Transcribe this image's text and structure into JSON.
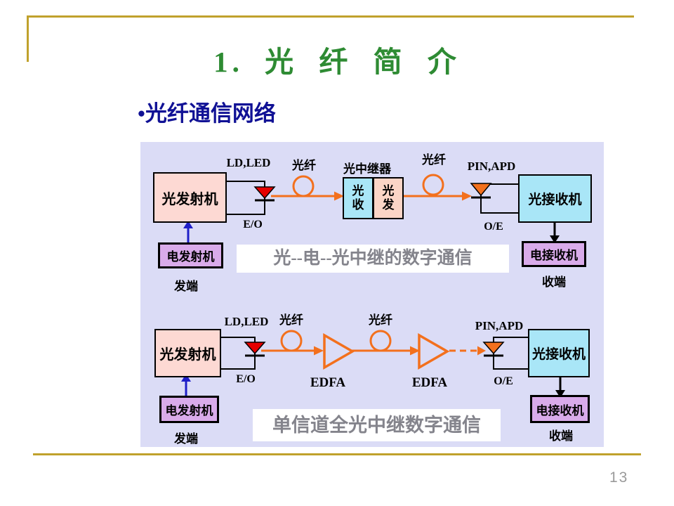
{
  "slide": {
    "title": "1. 光 纤 简 介",
    "bullet": "•光纤通信网络",
    "page_number": "13"
  },
  "colors": {
    "title_green": "#2e8b33",
    "bullet_navy": "#101195",
    "panel_background": "#dbdcf6",
    "transmitter_pink": "#fdd9d3",
    "receiver_cyan": "#a9e6f7",
    "electrical_violet": "#d9abea",
    "repeater_tx_peach": "#fbd5c6",
    "fiber_orange": "#f3701d",
    "diode_red": "#e60000",
    "arrow_blue": "#1f1fc8",
    "caption_gray": "#84848c",
    "frame_gold": "#c0a12c"
  },
  "diagram1": {
    "caption": "光--电--光中继的数字通信",
    "optical_transmitter": "光发射机",
    "electrical_transmitter": "电发射机",
    "optical_receiver": "光接收机",
    "electrical_receiver": "电接收机",
    "repeater_title": "光中继器",
    "repeater_rx": "光\n收",
    "repeater_tx": "光\n发",
    "ld_led": "LD,LED",
    "pin_apd": "PIN,APD",
    "eo": "E/O",
    "oe": "O/E",
    "fiber1": "光纤",
    "fiber2": "光纤",
    "send_end": "发端",
    "receive_end": "收端"
  },
  "diagram2": {
    "caption": "单信道全光中继数字通信",
    "optical_transmitter": "光发射机",
    "electrical_transmitter": "电发射机",
    "optical_receiver": "光接收机",
    "electrical_receiver": "电接收机",
    "ld_led": "LD,LED",
    "pin_apd": "PIN,APD",
    "eo": "E/O",
    "oe": "O/E",
    "fiber1": "光纤",
    "fiber2": "光纤",
    "edfa1": "EDFA",
    "edfa2": "EDFA",
    "send_end": "发端",
    "receive_end": "收端"
  }
}
